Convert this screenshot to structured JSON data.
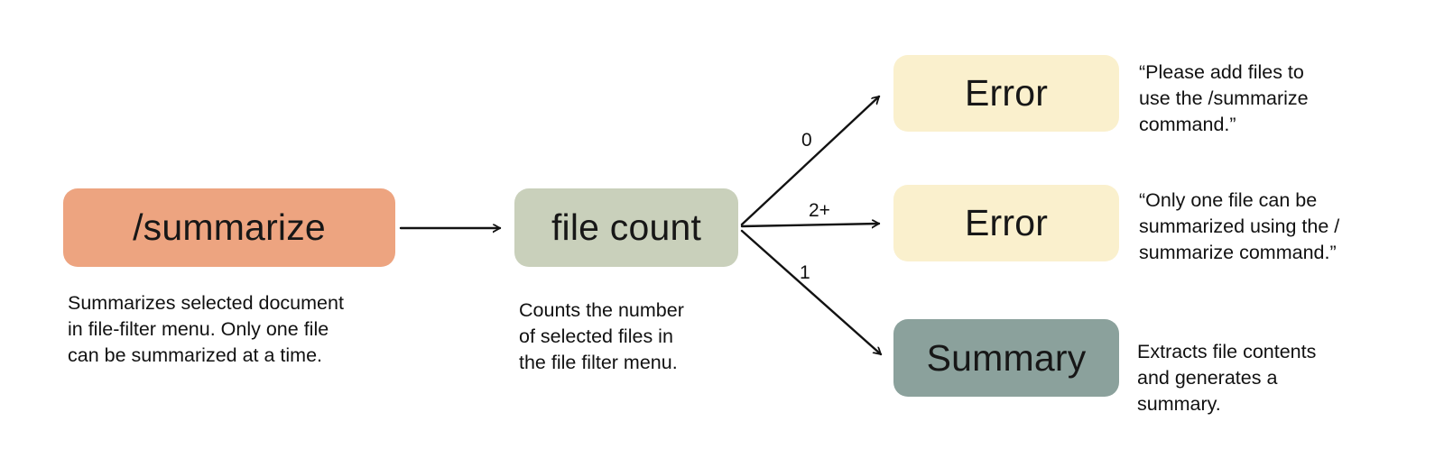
{
  "diagram": {
    "title": "summarize command flowchart",
    "nodes": {
      "summarize": {
        "label": "/summarize",
        "caption": "Summarizes selected document\nin file-filter menu. Only one file\ncan be summarized at a time.",
        "color": "#EDA480"
      },
      "file_count": {
        "label": "file count",
        "caption": "Counts the number\nof selected files in\nthe file filter menu.",
        "color": "#C9D0BB"
      },
      "error_no_files": {
        "label": "Error",
        "caption": "“Please add files to\nuse the /summarize\ncommand.”",
        "color": "#FAF0CD"
      },
      "error_multiple_files": {
        "label": "Error",
        "caption": "“Only one file can be\nsummarized using the /\nsummarize command.”",
        "color": "#FAF0CD"
      },
      "summary": {
        "label": "Summary",
        "caption": "Extracts file contents\nand generates a\nsummary.",
        "color": "#8BA19C"
      }
    },
    "edges": {
      "zero_label": "0",
      "two_plus_label": "2+",
      "one_label": "1"
    },
    "colors": {
      "background": "#FFFFFF",
      "arrow": "#121212",
      "text": "#111111"
    }
  }
}
